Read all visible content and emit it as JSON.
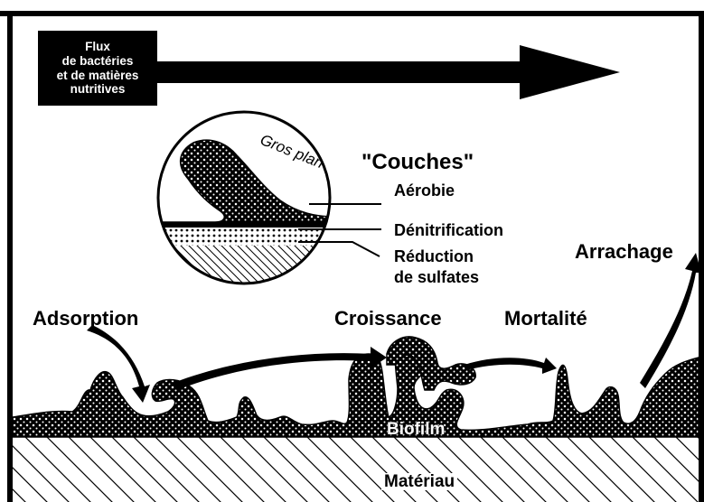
{
  "flux": {
    "lines": [
      "Flux",
      "de bactéries",
      "et de matières",
      "nutritives"
    ]
  },
  "closeup": {
    "title": "Gros plan"
  },
  "layers": {
    "heading": "\"Couches\"",
    "aerobic": "Aérobie",
    "denitrification": "Dénitrification",
    "sulfate_line1": "Réduction",
    "sulfate_line2": "de sulfates"
  },
  "stages": {
    "adsorption": "Adsorption",
    "growth": "Croissance",
    "mortality": "Mortalité",
    "detachment": "Arrachage"
  },
  "base": {
    "biofilm": "Biofilm",
    "material": "Matériau"
  }
}
